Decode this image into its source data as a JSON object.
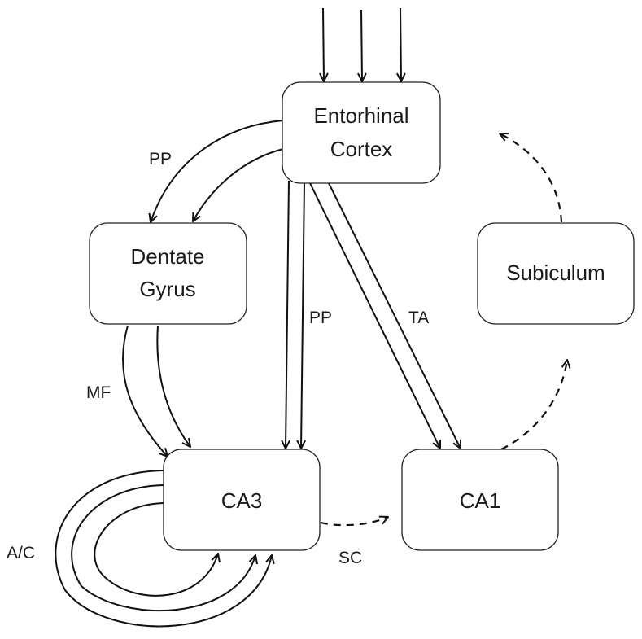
{
  "title": "Hippocampal circuit diagram",
  "colors": {
    "stroke": "#111111",
    "box_fill": "#ffffff",
    "text": "#1a1a1a"
  },
  "nodes": {
    "entorhinal": {
      "lines": [
        "Entorhinal",
        "Cortex"
      ]
    },
    "dentate": {
      "lines": [
        "Dentate",
        "Gyrus"
      ]
    },
    "subiculum": {
      "lines": [
        "Subiculum"
      ]
    },
    "ca3": {
      "lines": [
        "CA3"
      ]
    },
    "ca1": {
      "lines": [
        "CA1"
      ]
    }
  },
  "edges": [
    {
      "id": "input-1",
      "from": "external",
      "to": "entorhinal",
      "style": "solid",
      "label": ""
    },
    {
      "id": "input-2",
      "from": "external",
      "to": "entorhinal",
      "style": "solid",
      "label": ""
    },
    {
      "id": "input-3",
      "from": "external",
      "to": "entorhinal",
      "style": "solid",
      "label": ""
    },
    {
      "id": "pp-dg-1",
      "from": "entorhinal",
      "to": "dentate",
      "style": "solid",
      "label": "PP"
    },
    {
      "id": "pp-dg-2",
      "from": "entorhinal",
      "to": "dentate",
      "style": "solid",
      "label": ""
    },
    {
      "id": "pp-ca3-1",
      "from": "entorhinal",
      "to": "ca3",
      "style": "solid",
      "label": "PP"
    },
    {
      "id": "pp-ca3-2",
      "from": "entorhinal",
      "to": "ca3",
      "style": "solid",
      "label": ""
    },
    {
      "id": "ta-ca1-1",
      "from": "entorhinal",
      "to": "ca1",
      "style": "solid",
      "label": "TA"
    },
    {
      "id": "ta-ca1-2",
      "from": "entorhinal",
      "to": "ca1",
      "style": "solid",
      "label": ""
    },
    {
      "id": "mf-1",
      "from": "dentate",
      "to": "ca3",
      "style": "solid",
      "label": "MF"
    },
    {
      "id": "mf-2",
      "from": "dentate",
      "to": "ca3",
      "style": "solid",
      "label": ""
    },
    {
      "id": "ac-1",
      "from": "ca3",
      "to": "ca3",
      "style": "solid",
      "label": "A/C"
    },
    {
      "id": "ac-2",
      "from": "ca3",
      "to": "ca3",
      "style": "solid",
      "label": ""
    },
    {
      "id": "ac-3",
      "from": "ca3",
      "to": "ca3",
      "style": "solid",
      "label": ""
    },
    {
      "id": "sc",
      "from": "ca3",
      "to": "ca1",
      "style": "dashed",
      "label": "SC"
    },
    {
      "id": "ca1-sub",
      "from": "ca1",
      "to": "subiculum",
      "style": "dashed",
      "label": ""
    },
    {
      "id": "sub-ec",
      "from": "subiculum",
      "to": "entorhinal",
      "style": "dashed",
      "label": ""
    }
  ],
  "labels": {
    "pp_top": "PP",
    "pp_mid": "PP",
    "ta": "TA",
    "mf": "MF",
    "ac": "A/C",
    "sc": "SC"
  }
}
